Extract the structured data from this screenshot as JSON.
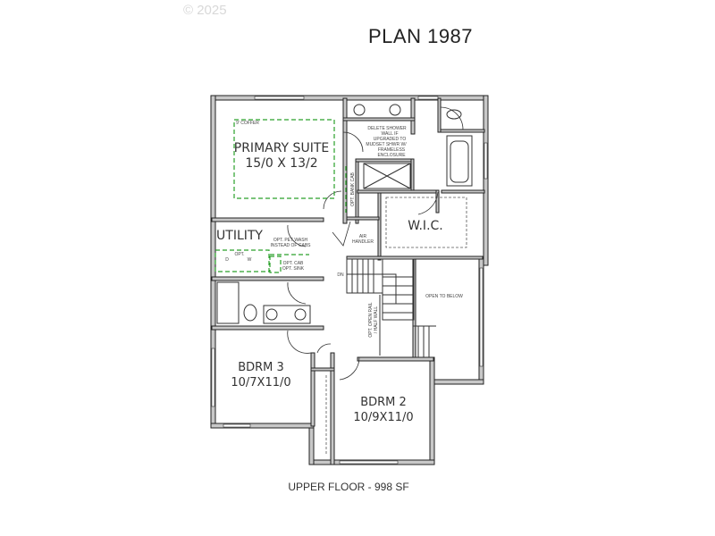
{
  "copyright": "© 2025",
  "title": "PLAN 1987",
  "footer": "UPPER FLOOR - 998 SF",
  "rooms": {
    "primary_suite": {
      "name": "PRIMARY SUITE",
      "size": "15/0 X 13/2"
    },
    "wic": {
      "name": "W.I.C."
    },
    "utility": {
      "name": "UTILITY"
    },
    "bdrm3": {
      "name": "BDRM 3",
      "size": "10/7X11/0"
    },
    "bdrm2": {
      "name": "BDRM 2",
      "size": "10/9X11/0"
    }
  },
  "notes": {
    "coffer": "9' COFFER",
    "delete_shower": [
      "DELETE SHOWER",
      "WALL IF",
      "UPGRADED TO",
      "MUDSET SHWR W/",
      "FRAMELESS",
      "ENCLOSURE"
    ],
    "opt_bank_cab": "OPT. BANK CAB",
    "air_handler": [
      "AIR",
      "HANDLER"
    ],
    "pet_wash": [
      "OPT. PET WASH",
      "INSTEAD OF CABS"
    ],
    "opt": "OPT.",
    "dryer": "D",
    "washer": "W",
    "opt_cab_sink": [
      "OPT. CAB",
      "OPT. SINK"
    ],
    "dn": "DN",
    "open_to_below": "OPEN TO BELOW",
    "open_rail": [
      "OPT. OPEN RAIL",
      "/ HALF WALL"
    ]
  }
}
